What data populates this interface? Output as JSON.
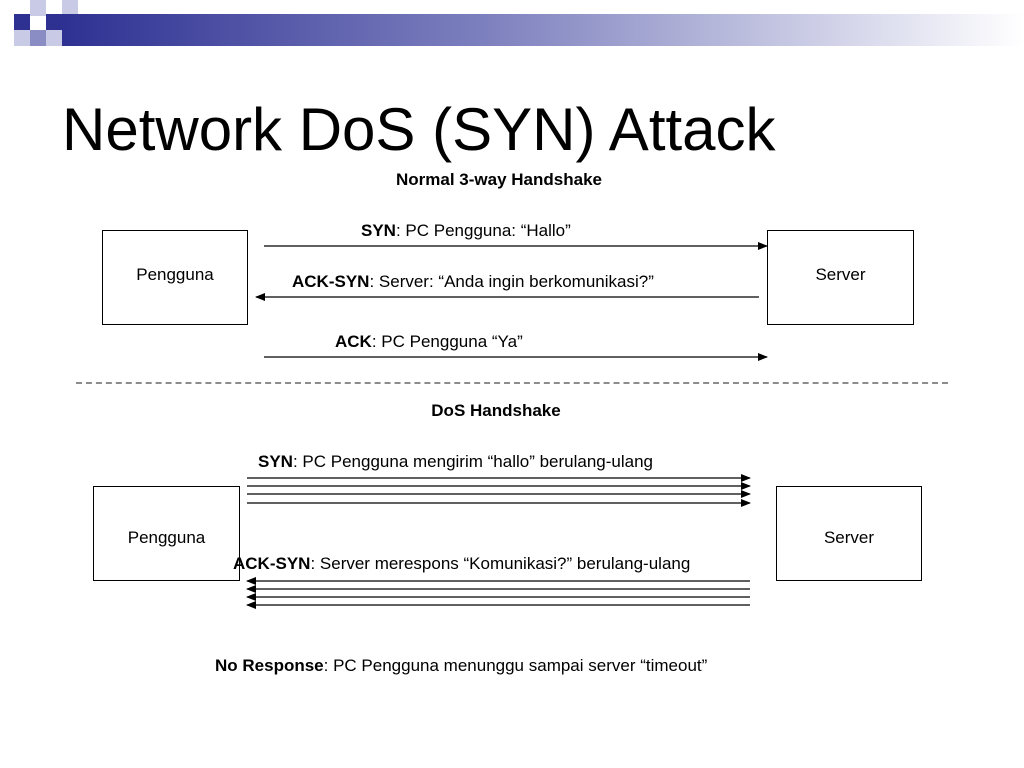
{
  "slide": {
    "title": "Network DoS (SYN) Attack"
  },
  "normal": {
    "heading": "Normal 3-way Handshake",
    "client_label": "Pengguna",
    "server_label": "Server",
    "syn": {
      "label": "SYN",
      "text": ": PC Pengguna: “Hallo”"
    },
    "ack_syn": {
      "label": "ACK-SYN",
      "text": ": Server: “Anda ingin berkomunikasi?”"
    },
    "ack": {
      "label": "ACK",
      "text": ": PC Pengguna “Ya”"
    }
  },
  "dos": {
    "heading": "DoS Handshake",
    "client_label": "Pengguna",
    "server_label": "Server",
    "syn": {
      "label": "SYN",
      "text": ": PC Pengguna mengirim “hallo” berulang-ulang"
    },
    "ack_syn": {
      "label": "ACK-SYN",
      "text": ": Server merespons “Komunikasi?” berulang-ulang"
    },
    "no_response": {
      "label": "No Response",
      "text": ": PC Pengguna menunggu sampai server “timeout”"
    }
  },
  "colors": {
    "header_dark": "#2e3192",
    "header_mid": "#8a8cc4",
    "header_light": "#c9cae6"
  }
}
